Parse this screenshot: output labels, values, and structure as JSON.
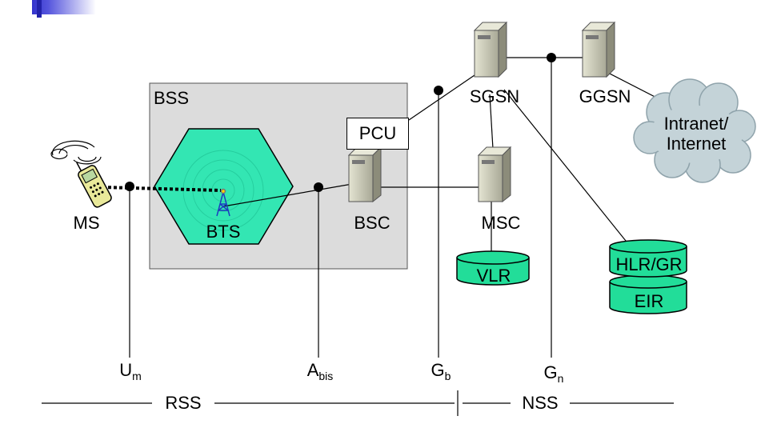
{
  "labels": {
    "bss": "BSS",
    "bts": "BTS",
    "bsc": "BSC",
    "pcu": "PCU",
    "ms": "MS",
    "msc": "MSC",
    "vlr": "VLR",
    "sgsn": "SGSN",
    "ggsn": "GGSN",
    "cloud_line1": "Intranet/",
    "cloud_line2": "Internet",
    "hlr": "HLR/GR",
    "eir": "EIR",
    "um_main": "U",
    "um_sub": "m",
    "abis_main": "A",
    "abis_sub": "bis",
    "gb_main": "G",
    "gb_sub": "b",
    "gn_main": "G",
    "gn_sub": "n",
    "rss": "RSS",
    "nss": "NSS"
  },
  "colors": {
    "bss_fill": "#dcdcdc",
    "hexagon_fill": "#33e6b3",
    "disk_fill": "#22dd99",
    "server_fill": "#c8c8b4",
    "cloud_fill": "#c4d3d8",
    "corner_accent": "#3333cc"
  }
}
